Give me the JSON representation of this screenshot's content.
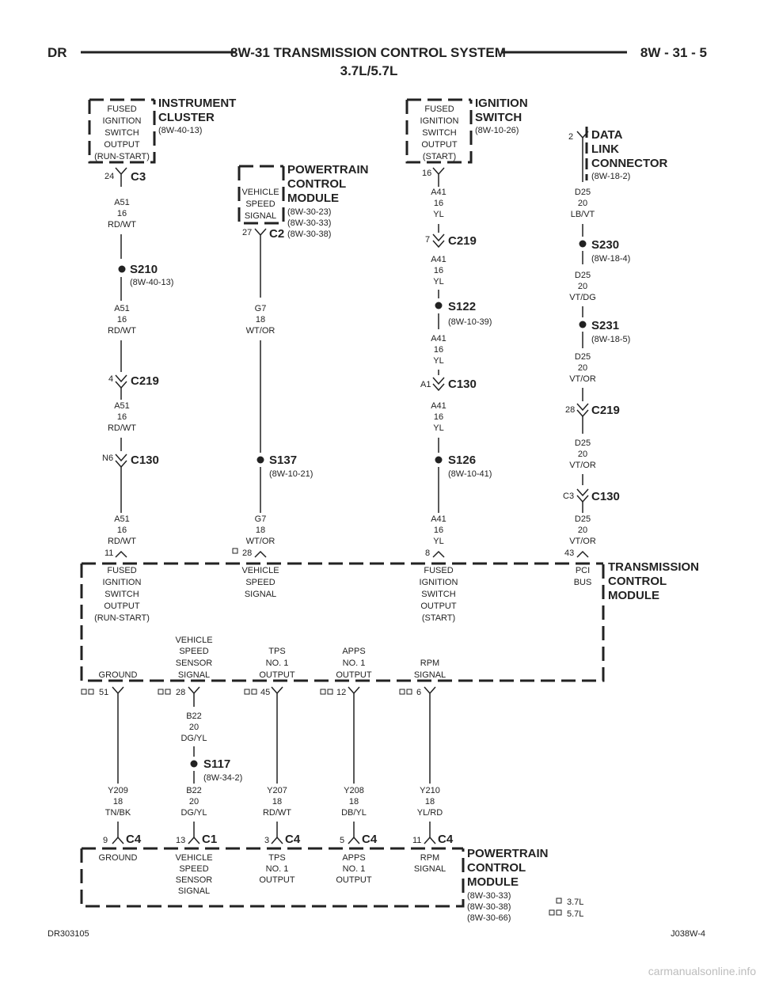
{
  "header": {
    "left": "DR",
    "title": "8W-31 TRANSMISSION CONTROL SYSTEM",
    "subtitle": "3.7L/5.7L",
    "page": "8W - 31 - 5"
  },
  "top_components": {
    "cluster": {
      "lines": [
        "FUSED",
        "IGNITION",
        "SWITCH",
        "OUTPUT",
        "(RUN-START)"
      ],
      "title1": "INSTRUMENT",
      "title2": "CLUSTER",
      "ref": "(8W-40-13)",
      "pin": "24",
      "conn": "C3"
    },
    "pcm_top": {
      "lines": [
        "VEHICLE",
        "SPEED",
        "SIGNAL"
      ],
      "title1": "POWERTRAIN",
      "title2": "CONTROL",
      "title3": "MODULE",
      "refs": [
        "(8W-30-23)",
        "(8W-30-33)",
        "(8W-30-38)"
      ],
      "pin": "27",
      "conn": "C2"
    },
    "ign_switch": {
      "lines": [
        "FUSED",
        "IGNITION",
        "SWITCH",
        "OUTPUT",
        "(START)"
      ],
      "title1": "IGNITION",
      "title2": "SWITCH",
      "ref": "(8W-10-26)",
      "pin": "16"
    },
    "dlc": {
      "title1": "DATA",
      "title2": "LINK",
      "title3": "CONNECTOR",
      "ref": "(8W-18-2)",
      "pin": "2"
    }
  },
  "col1": {
    "w1": [
      "A51",
      "16",
      "RD/WT"
    ],
    "splice": {
      "name": "S210",
      "ref": "(8W-40-13)"
    },
    "w2": [
      "A51",
      "16",
      "RD/WT"
    ],
    "c1": {
      "pin": "4",
      "name": "C219"
    },
    "w3": [
      "A51",
      "16",
      "RD/WT"
    ],
    "c2": {
      "pin": "N6",
      "name": "C130"
    },
    "w4": [
      "A51",
      "16",
      "RD/WT"
    ],
    "tcm_pin": "11"
  },
  "col2": {
    "w1": [
      "G7",
      "18",
      "WT/OR"
    ],
    "splice": {
      "name": "S137",
      "ref": "(8W-10-21)"
    },
    "w2": [
      "G7",
      "18",
      "WT/OR"
    ],
    "tcm_pin": "28"
  },
  "col3": {
    "w1": [
      "A41",
      "16",
      "YL"
    ],
    "c1": {
      "pin": "7",
      "name": "C219"
    },
    "w2": [
      "A41",
      "16",
      "YL"
    ],
    "splice1": {
      "name": "S122",
      "ref": "(8W-10-39)"
    },
    "w3": [
      "A41",
      "16",
      "YL"
    ],
    "c2": {
      "pin": "A1",
      "name": "C130"
    },
    "w4": [
      "A41",
      "16",
      "YL"
    ],
    "splice2": {
      "name": "S126",
      "ref": "(8W-10-41)"
    },
    "w5": [
      "A41",
      "16",
      "YL"
    ],
    "tcm_pin": "8"
  },
  "col4": {
    "w1": [
      "D25",
      "20",
      "LB/VT"
    ],
    "splice1": {
      "name": "S230",
      "ref": "(8W-18-4)"
    },
    "w2": [
      "D25",
      "20",
      "VT/DG"
    ],
    "splice2": {
      "name": "S231",
      "ref": "(8W-18-5)"
    },
    "w3": [
      "D25",
      "20",
      "VT/OR"
    ],
    "c1": {
      "pin": "28",
      "name": "C219"
    },
    "w4": [
      "D25",
      "20",
      "VT/OR"
    ],
    "c2": {
      "pin": "C3",
      "name": "C130"
    },
    "w5": [
      "D25",
      "20",
      "VT/OR"
    ],
    "tcm_pin": "43"
  },
  "tcm": {
    "title1": "TRANSMISSION",
    "title2": "CONTROL",
    "title3": "MODULE",
    "top_labels": {
      "a": [
        "FUSED",
        "IGNITION",
        "SWITCH",
        "OUTPUT",
        "(RUN-START)"
      ],
      "b": [
        "VEHICLE",
        "SPEED",
        "SIGNAL"
      ],
      "c": [
        "FUSED",
        "IGNITION",
        "SWITCH",
        "OUTPUT",
        "(START)"
      ],
      "d": [
        "PCI",
        "BUS"
      ]
    },
    "bottom_labels": {
      "a": [
        "GROUND"
      ],
      "b": [
        "VEHICLE",
        "SPEED",
        "SENSOR",
        "SIGNAL"
      ],
      "c": [
        "TPS",
        "NO. 1",
        "OUTPUT"
      ],
      "d": [
        "APPS",
        "NO. 1",
        "OUTPUT"
      ],
      "e": [
        "RPM",
        "SIGNAL"
      ]
    },
    "bottom_pins": [
      "51",
      "28",
      "45",
      "12",
      "6"
    ]
  },
  "lower": {
    "gnd_wire": [
      "Y209",
      "18",
      "TN/BK"
    ],
    "vss_w1": [
      "B22",
      "20",
      "DG/YL"
    ],
    "vss_splice": {
      "name": "S117",
      "ref": "(8W-34-2)"
    },
    "vss_w2": [
      "B22",
      "20",
      "DG/YL"
    ],
    "tps_wire": [
      "Y207",
      "18",
      "RD/WT"
    ],
    "apps_wire": [
      "Y208",
      "18",
      "DB/YL"
    ],
    "rpm_wire": [
      "Y210",
      "18",
      "YL/RD"
    ],
    "conns": [
      {
        "pin": "9",
        "name": "C4"
      },
      {
        "pin": "13",
        "name": "C1"
      },
      {
        "pin": "3",
        "name": "C4"
      },
      {
        "pin": "5",
        "name": "C4"
      },
      {
        "pin": "11",
        "name": "C4"
      }
    ]
  },
  "pcm_bottom": {
    "labels": {
      "a": [
        "GROUND"
      ],
      "b": [
        "VEHICLE",
        "SPEED",
        "SENSOR",
        "SIGNAL"
      ],
      "c": [
        "TPS",
        "NO. 1",
        "OUTPUT"
      ],
      "d": [
        "APPS",
        "NO. 1",
        "OUTPUT"
      ],
      "e": [
        "RPM",
        "SIGNAL"
      ]
    },
    "title1": "POWERTRAIN",
    "title2": "CONTROL",
    "title3": "MODULE",
    "refs": [
      "(8W-30-33)",
      "(8W-30-38)",
      "(8W-30-66)"
    ]
  },
  "legend": {
    "single": "3.7L",
    "double": "5.7L"
  },
  "footer": {
    "left": "DR303105",
    "right": "J038W-4"
  },
  "watermark": "carmanualsonline.info"
}
